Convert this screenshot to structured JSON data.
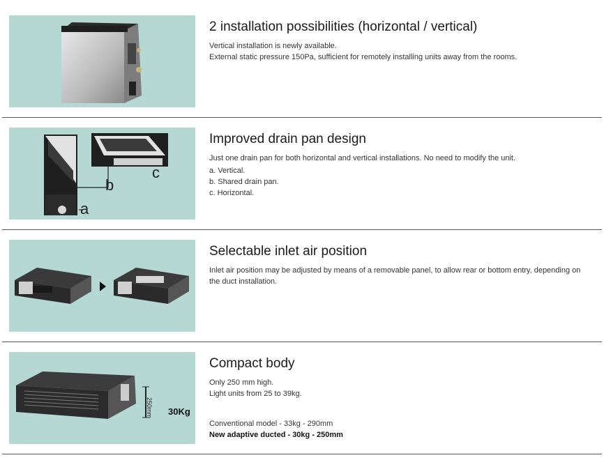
{
  "sections": [
    {
      "title": "2 installation possibilities (horizontal / vertical)",
      "lines": [
        "Vertical installation is newly available.",
        "External static pressure 150Pa, sufficient for remotely installing units away from the rooms."
      ]
    },
    {
      "title": "Improved drain pan design",
      "lines": [
        "Just one drain pan for both horizontal and vertical installations. No need to modify the unit."
      ],
      "list": [
        "a. Vertical.",
        "b. Shared drain pan.",
        "c. Horizontal."
      ],
      "image_labels": [
        "a",
        "b",
        "c"
      ]
    },
    {
      "title": "Selectable inlet air position",
      "lines": [
        "Inlet air position may be adjusted by means of a removable panel, to allow rear or bottom entry, depending on the duct installation."
      ]
    },
    {
      "title": "Compact body",
      "lines": [
        "Only 250 mm high.",
        "Light units from 25 to 39kg."
      ],
      "image_labels": {
        "height": "250mm",
        "weight": "30Kg"
      },
      "comparison": [
        "Conventional model - 33kg - 290mm",
        "New adaptive ducted - 30kg - 250mm"
      ]
    }
  ],
  "colors": {
    "image_bg": "#b5d8d3",
    "divider": "#555555"
  },
  "icons": [
    "arrow-right-icon"
  ]
}
